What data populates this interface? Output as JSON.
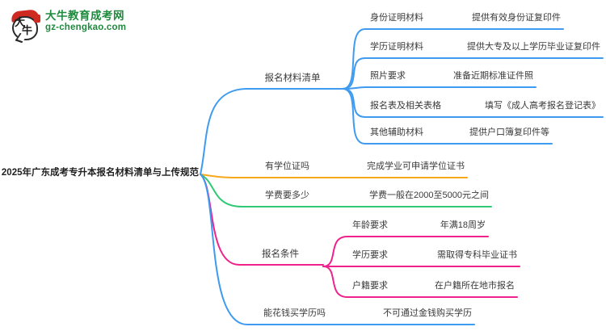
{
  "logo": {
    "site_name": "大牛教育成考网",
    "site_url": "gz-chengkao.com",
    "badge_char1": "大",
    "badge_char2": "牛",
    "brand_green": "#1e8a3d",
    "brand_red": "#cf2a21"
  },
  "root": {
    "title": "2025年广东成考专升本报名材料清单与上传规范"
  },
  "colors": {
    "blue": "#3e9bf0",
    "orange": "#f7a81d",
    "green": "#2fc973",
    "pink": "#f0218c"
  },
  "branches": [
    {
      "label": "报名材料清单",
      "color": "#3e9bf0",
      "children": [
        {
          "label": "身份证明材料",
          "value": "提供有效身份证复印件"
        },
        {
          "label": "学历证明材料",
          "value": "提供大专及以上学历毕业证复印件"
        },
        {
          "label": "照片要求",
          "value": "准备近期标准证件照"
        },
        {
          "label": "报名表及相关表格",
          "value": "填写《成人高考报名登记表》"
        },
        {
          "label": "其他辅助材料",
          "value": "提供户口簿复印件等"
        }
      ]
    },
    {
      "label": "有学位证吗",
      "value": "完成学业可申请学位证书",
      "color": "#f7a81d"
    },
    {
      "label": "学费要多少",
      "value": "学费一般在2000至5000元之间",
      "color": "#2fc973"
    },
    {
      "label": "报名条件",
      "color": "#f0218c",
      "children": [
        {
          "label": "年龄要求",
          "value": "年满18周岁"
        },
        {
          "label": "学历要求",
          "value": "需取得专科毕业证书"
        },
        {
          "label": "户籍要求",
          "value": "在户籍所在地市报名"
        }
      ]
    },
    {
      "label": "能花钱买学历吗",
      "value": "不可通过金钱购买学历",
      "color": "#3e9bf0"
    }
  ]
}
